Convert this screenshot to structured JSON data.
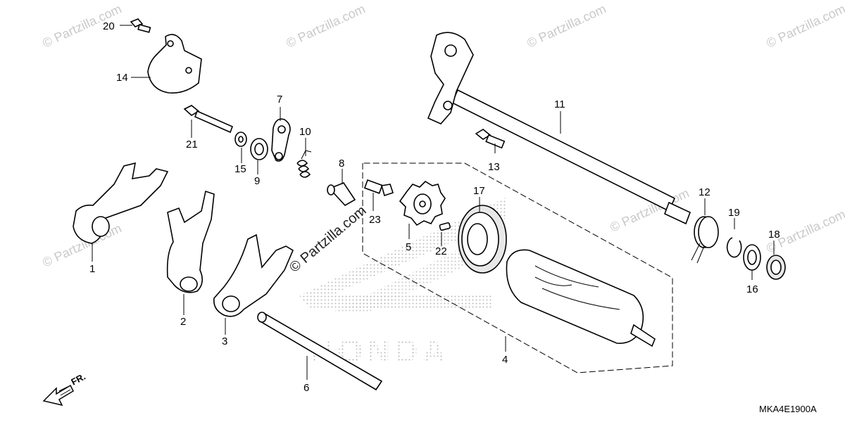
{
  "diagram": {
    "drawing_code": "MKA4E1900A",
    "front_arrow_label": "FR.",
    "brand_logo_text": "HONDA",
    "watermark_text": "© Partzilla.com",
    "callouts": [
      {
        "id": "c1",
        "label": "1"
      },
      {
        "id": "c2",
        "label": "2"
      },
      {
        "id": "c3",
        "label": "3"
      },
      {
        "id": "c4",
        "label": "4"
      },
      {
        "id": "c5",
        "label": "5"
      },
      {
        "id": "c6",
        "label": "6"
      },
      {
        "id": "c7",
        "label": "7"
      },
      {
        "id": "c8",
        "label": "8"
      },
      {
        "id": "c9",
        "label": "9"
      },
      {
        "id": "c10",
        "label": "10"
      },
      {
        "id": "c11",
        "label": "11"
      },
      {
        "id": "c12",
        "label": "12"
      },
      {
        "id": "c13",
        "label": "13"
      },
      {
        "id": "c14",
        "label": "14"
      },
      {
        "id": "c15",
        "label": "15"
      },
      {
        "id": "c16",
        "label": "16"
      },
      {
        "id": "c17",
        "label": "17"
      },
      {
        "id": "c18",
        "label": "18"
      },
      {
        "id": "c19",
        "label": "19"
      },
      {
        "id": "c20",
        "label": "20"
      },
      {
        "id": "c21",
        "label": "21"
      },
      {
        "id": "c22",
        "label": "22"
      },
      {
        "id": "c23",
        "label": "23"
      }
    ]
  }
}
